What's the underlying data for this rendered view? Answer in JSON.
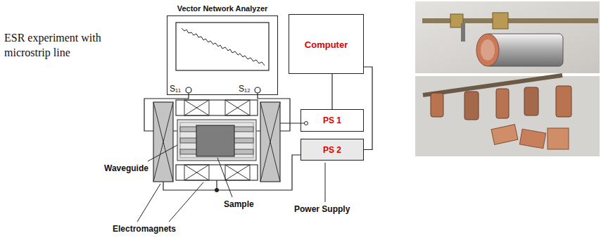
{
  "diagram": {
    "nodes": [
      {
        "text": [
          "Vector Network Analyzer",
          "S₁₁",
          "S₁₂"
        ]
      },
      {
        "text": [
          "Computer"
        ]
      },
      {
        "text": [
          "PS 1"
        ]
      },
      {
        "text": [
          "PS 2"
        ]
      }
    ],
    "edges": [
      {
        "from": 1,
        "to": 2,
        "arrow": "none"
      },
      {
        "from": 1,
        "to": 3,
        "arrow": "none"
      }
    ],
    "labels": [
      "ESR experiment with microstrip line",
      "Waveguide",
      "Sample",
      "Electromagnets",
      "Power Supply"
    ]
  }
}
